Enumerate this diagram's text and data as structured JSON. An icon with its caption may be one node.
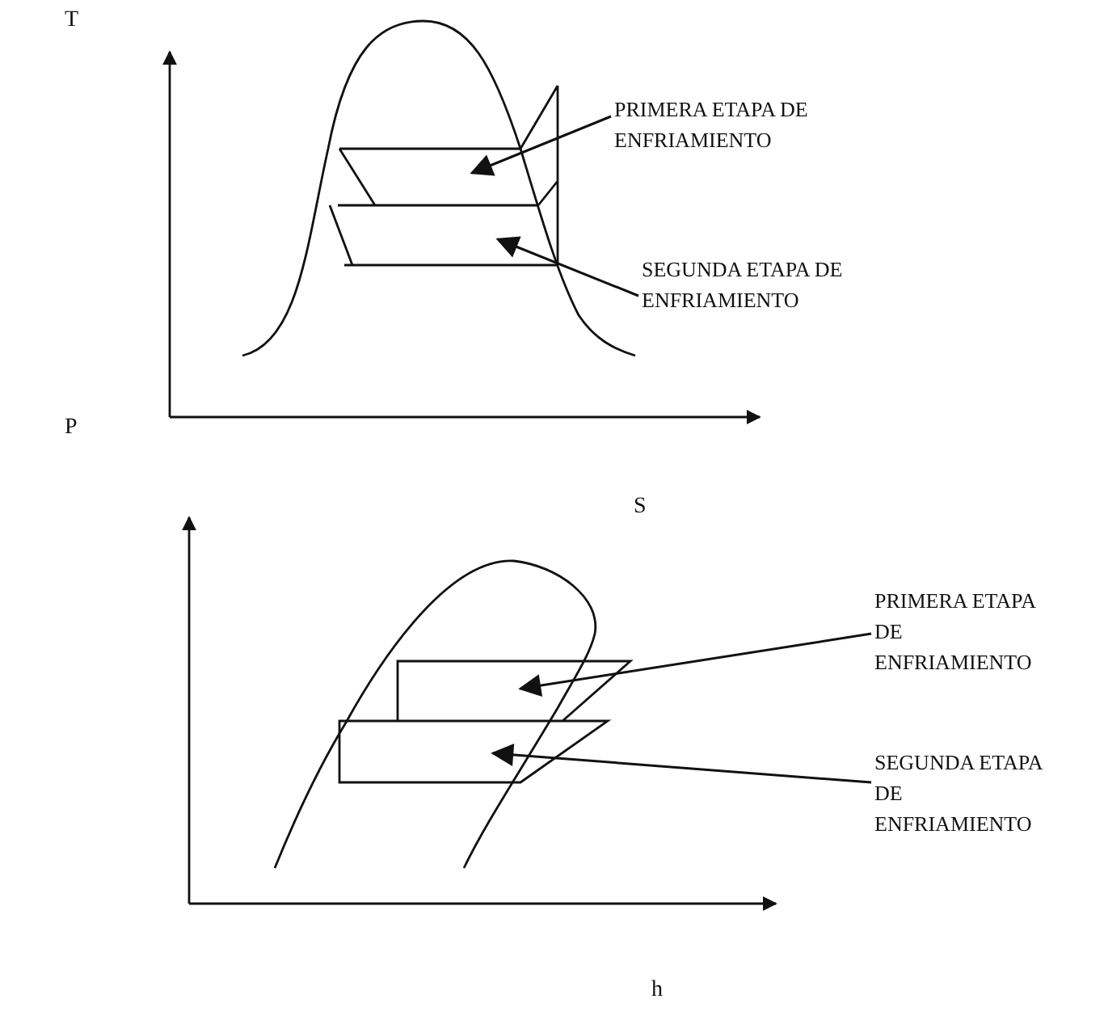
{
  "diagram": {
    "nodes": [
      {
        "text": [
          "PRIMERA ETAPA DE ENFRIAMIENTO"
        ]
      },
      {
        "text": [
          "SEGUNDA ETAPA DE ENFRIAMIENTO"
        ]
      },
      {
        "text": [
          "PRIMERA ETAPA DE ENFRIAMIENTO"
        ]
      },
      {
        "text": [
          "SEGUNDA ETAPA DE ENFRIAMIENTO"
        ]
      }
    ],
    "edges": [
      {
        "from": 0,
        "to": null,
        "arrow": "to"
      },
      {
        "from": 1,
        "to": null,
        "arrow": "to"
      },
      {
        "from": 2,
        "to": null,
        "arrow": "to"
      },
      {
        "from": 3,
        "to": null,
        "arrow": "to"
      }
    ],
    "labels": [
      "T",
      "P",
      "S",
      "h"
    ]
  }
}
